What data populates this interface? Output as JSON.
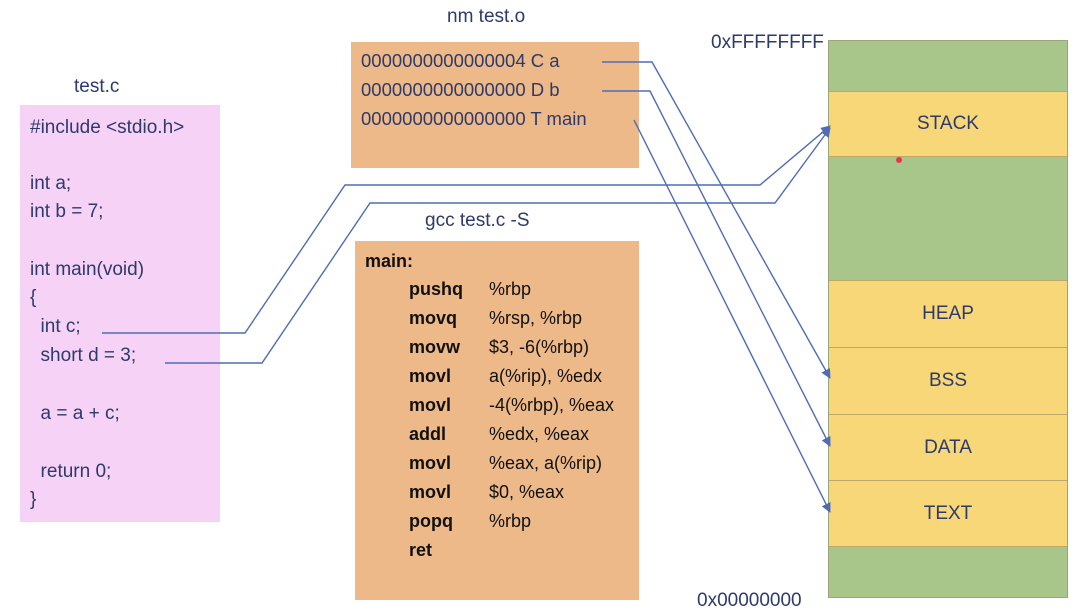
{
  "titles": {
    "source": "test.c",
    "nm": "nm test.o",
    "asm": "gcc test.c -S"
  },
  "source_lines": [
    "#include <stdio.h>",
    "",
    "int a;",
    "int b = 7;",
    "",
    "int main(void)",
    "{",
    "  int c;",
    "  short d = 3;",
    "",
    "  a = a + c;",
    "",
    "  return 0;",
    "}"
  ],
  "nm_lines": [
    "0000000000000004 C a",
    "0000000000000000 D b",
    "0000000000000000 T main"
  ],
  "asm": {
    "label": "main:",
    "instructions": [
      {
        "op": "pushq",
        "args": "%rbp"
      },
      {
        "op": "movq",
        "args": "%rsp, %rbp"
      },
      {
        "op": "movw",
        "args": "$3, -6(%rbp)"
      },
      {
        "op": "movl",
        "args": "a(%rip), %edx"
      },
      {
        "op": "movl",
        "args": "-4(%rbp), %eax"
      },
      {
        "op": "addl",
        "args": "%edx, %eax"
      },
      {
        "op": "movl",
        "args": "%eax, a(%rip)"
      },
      {
        "op": "movl",
        "args": "$0, %eax"
      },
      {
        "op": "popq",
        "args": "%rbp"
      },
      {
        "op": "ret",
        "args": ""
      }
    ]
  },
  "memory": {
    "top_address": "0xFFFFFFFF",
    "bottom_address": "0x00000000",
    "segments": [
      {
        "label": "",
        "kind": "green"
      },
      {
        "label": "STACK",
        "kind": "yellow"
      },
      {
        "label": "",
        "kind": "green"
      },
      {
        "label": "HEAP",
        "kind": "yellow"
      },
      {
        "label": "BSS",
        "kind": "yellow"
      },
      {
        "label": "DATA",
        "kind": "yellow"
      },
      {
        "label": "TEXT",
        "kind": "yellow"
      },
      {
        "label": "",
        "kind": "green"
      }
    ]
  },
  "colors": {
    "source_bg": "#f6d2f7",
    "nm_bg": "#edb988",
    "asm_bg": "#edb988",
    "segment_green": "#a9c68a",
    "segment_yellow": "#f8d779",
    "arrow": "#4f6db5"
  }
}
